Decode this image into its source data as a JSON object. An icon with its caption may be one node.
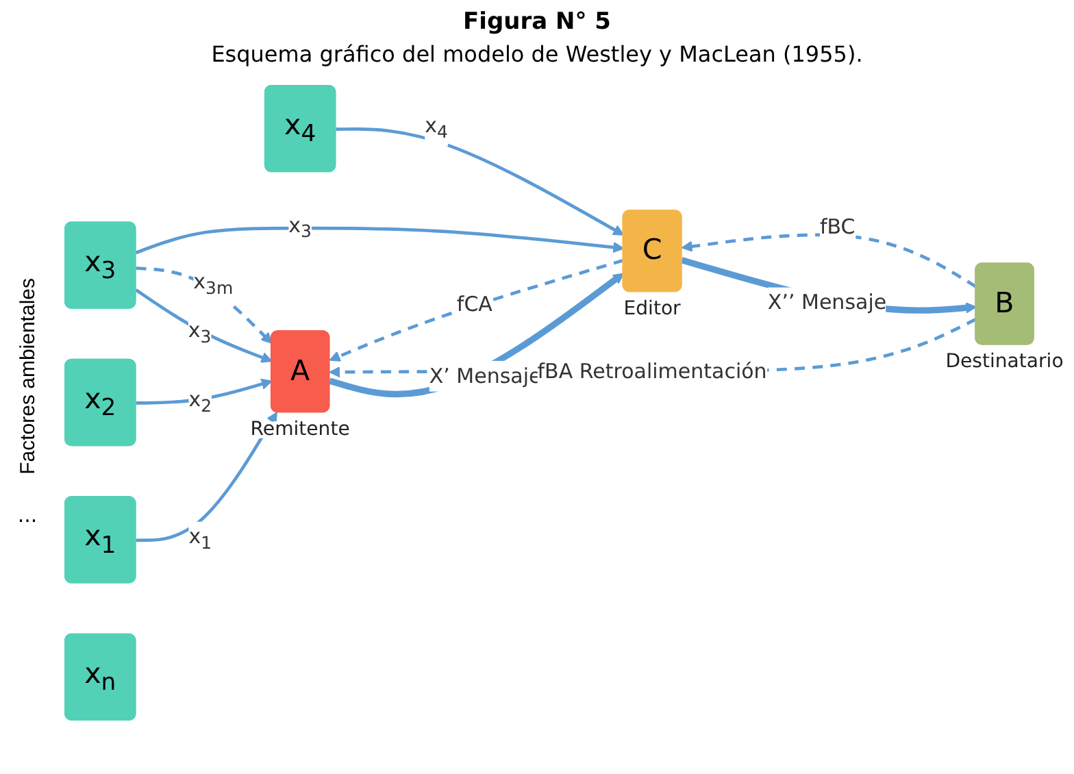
{
  "diagram": {
    "title": "Figura N° 5",
    "caption": "Esquema gráfico del modelo de Westley y MacLean (1955).",
    "nodes": [
      {
        "text": [
          "x$_{1}$"
        ]
      },
      {
        "text": [
          "x$_{2}$"
        ]
      },
      {
        "text": [
          "x$_{3}$"
        ]
      },
      {
        "text": [
          "x$_{4}$"
        ]
      },
      {
        "text": [
          "x$_{n}$"
        ]
      },
      {
        "text": [
          "A"
        ],
        "beside": [
          "Remitente"
        ]
      },
      {
        "text": [
          "C"
        ],
        "beside": [
          "Editor"
        ]
      },
      {
        "text": [
          "B"
        ],
        "beside": [
          "Destinatario"
        ]
      }
    ],
    "edges": [
      {
        "from": 0,
        "to": 5,
        "arrow": "to",
        "label": "x$_{1}$"
      },
      {
        "from": 1,
        "to": 5,
        "arrow": "to",
        "label": "x$_{2}$"
      },
      {
        "from": 2,
        "to": 5,
        "arrow": "to",
        "label": "x$_{3}$"
      },
      {
        "from": 2,
        "to": 5,
        "arrow": "to",
        "label": "x$_{3m}$",
        "style": "dashed"
      },
      {
        "from": 2,
        "to": 6,
        "arrow": "to",
        "label": "x$_{3}$"
      },
      {
        "from": 3,
        "to": 6,
        "arrow": "to",
        "label": "x$_{4}$"
      },
      {
        "from": 5,
        "to": 6,
        "arrow": "to",
        "label": "X’ Mensaje",
        "style": "thick"
      },
      {
        "from": 6,
        "to": 7,
        "arrow": "to",
        "label": "X’’ Mensaje",
        "style": "thick"
      },
      {
        "from": 7,
        "to": 5,
        "arrow": "to",
        "label": "fBA Retroalimentación",
        "style": "dashed"
      },
      {
        "from": 6,
        "to": 5,
        "arrow": "to",
        "label": "fCA",
        "style": "dashed"
      },
      {
        "from": 7,
        "to": 6,
        "arrow": "to",
        "label": "fBC",
        "style": "dashed"
      }
    ],
    "labels": [
      "Factores ambientales",
      "..."
    ]
  }
}
